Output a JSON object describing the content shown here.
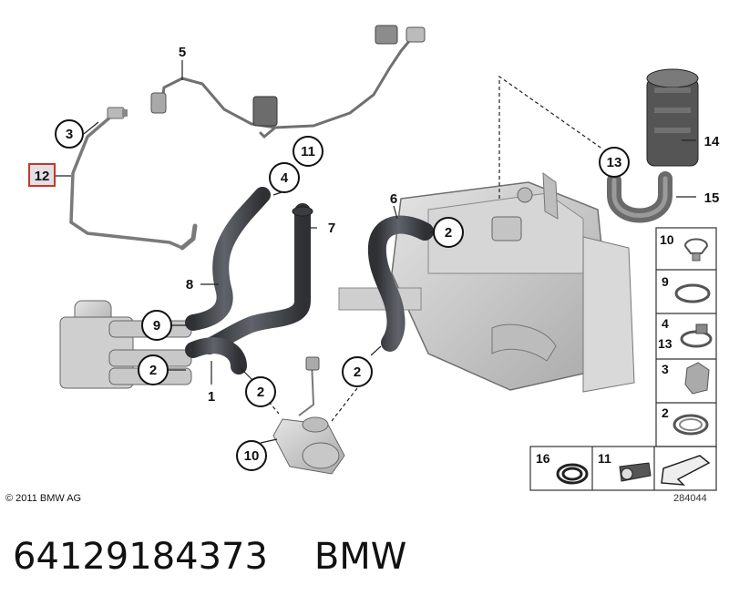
{
  "callouts": {
    "c3": "3",
    "c12": "12",
    "c5": "5",
    "c11": "11",
    "c4": "4",
    "c7": "7",
    "c8": "8",
    "c6": "6",
    "c2a": "2",
    "c9": "9",
    "c2b": "2",
    "c1": "1",
    "c2c": "2",
    "c2d": "2",
    "c10": "10",
    "c13": "13",
    "c14": "14",
    "c15": "15"
  },
  "legend": {
    "r10": "10",
    "r9": "9",
    "r4": "4",
    "r13": "13",
    "r3": "3",
    "r2": "2",
    "b16": "16",
    "b11": "11"
  },
  "copyright": "© 2011 BMW AG",
  "drawing_id": "284044",
  "footer": {
    "part_number": "64129184373",
    "brand": "BMW"
  },
  "colors": {
    "hose": "#4a4d52",
    "hose_dark": "#2c2e31",
    "part_grey": "#c9c9c9",
    "part_outline": "#6e6e6e",
    "highlight_box": "#c0392b",
    "highlight_fill": "#e6dfe3"
  }
}
